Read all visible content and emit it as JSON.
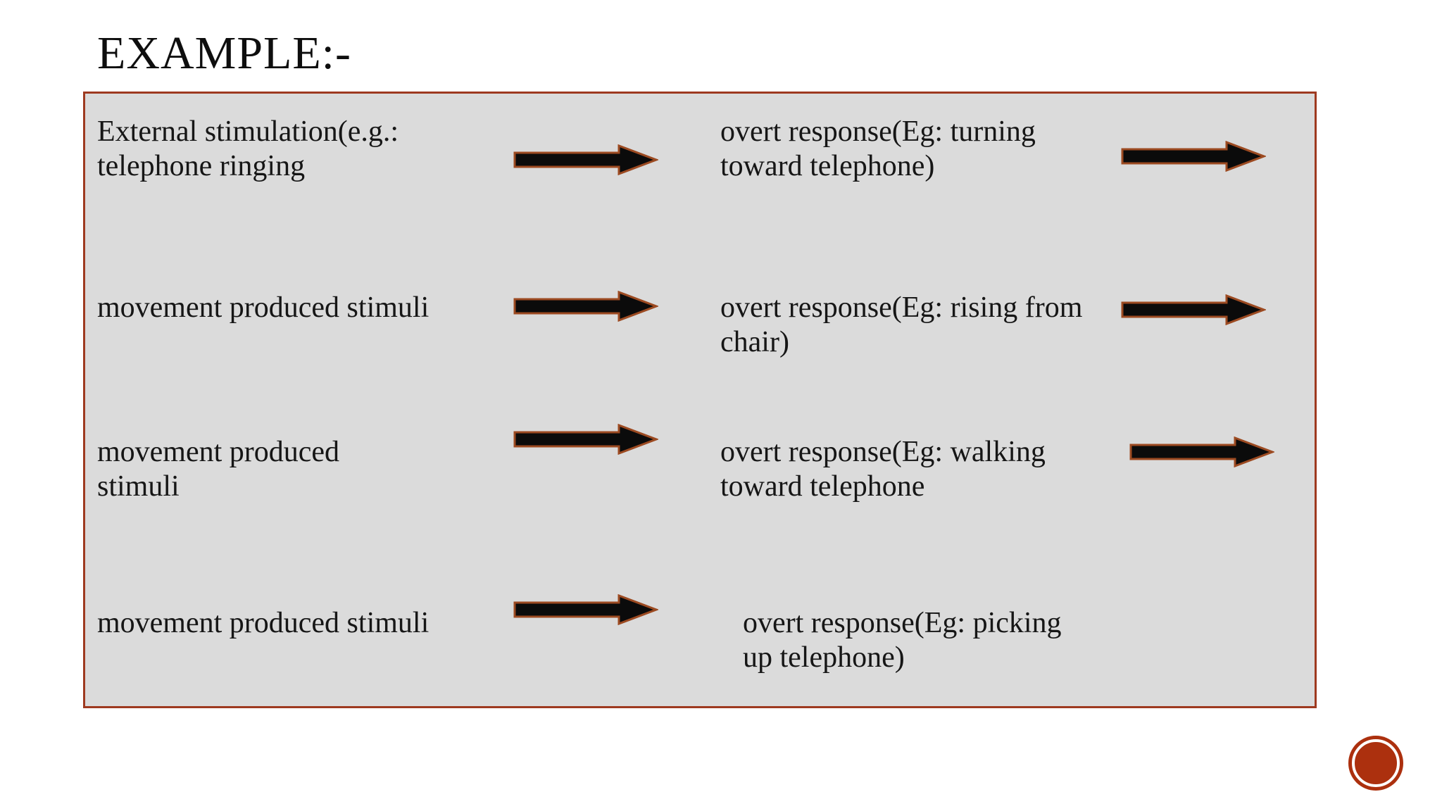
{
  "slide": {
    "title": "EXAMPLE:-"
  },
  "colors": {
    "slide_bg": "#ffffff",
    "box_fill": "#dbdbdb",
    "box_border": "#9e3a20",
    "arrow_fill": "#0b0b0b",
    "arrow_outline": "#9c4a21",
    "text": "#161616",
    "accent_circle": "#ac300e"
  },
  "diagram": {
    "rows": [
      {
        "left": "External stimulation(e.g.:\ntelephone ringing",
        "right": "overt response(Eg: turning\ntoward  telephone)",
        "left_arrow": "right-arrow-icon",
        "right_arrow": "right-arrow-icon"
      },
      {
        "left": "movement produced stimuli",
        "right": "overt response(Eg: rising from\nchair)",
        "left_arrow": "right-arrow-icon",
        "right_arrow": "right-arrow-icon"
      },
      {
        "left": "movement produced\nstimuli",
        "right": "overt response(Eg: walking\ntoward telephone",
        "left_arrow": "right-arrow-icon",
        "right_arrow": "right-arrow-icon"
      },
      {
        "left": "movement produced stimuli",
        "right": "overt response(Eg: picking\nup telephone)",
        "left_arrow": "right-arrow-icon",
        "right_arrow": null
      }
    ]
  }
}
